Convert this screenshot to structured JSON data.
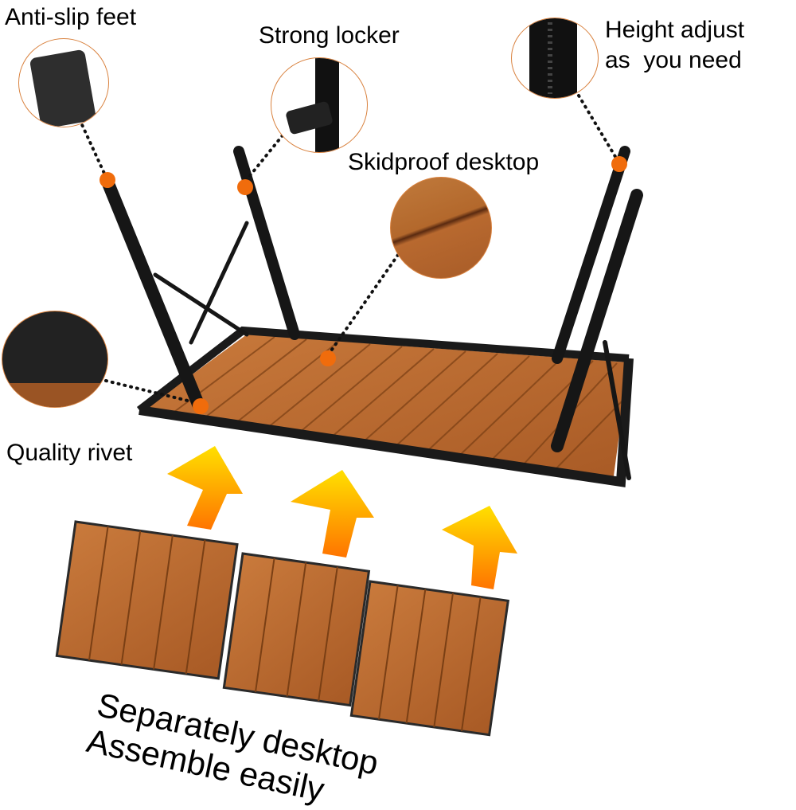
{
  "callouts": {
    "anti_slip_feet": {
      "label": "Anti-slip feet"
    },
    "strong_locker": {
      "label": "Strong locker"
    },
    "height_adjust": {
      "line1": "Height adjust",
      "line2": "as  you need"
    },
    "skidproof_desktop": {
      "label": "Skidproof desktop"
    },
    "quality_rivet": {
      "label": "Quality rivet"
    }
  },
  "caption": {
    "line1": "Separately desktop",
    "line2": "Assemble easily"
  },
  "colors": {
    "accent_dot": "#f06c0c",
    "circle_border": "#d9823f",
    "wood": "#b8692f",
    "frame": "#1a1a1a",
    "arrow_top": "#ffd400",
    "arrow_bottom": "#ff7a00"
  },
  "desktop_panels": {
    "count": 3,
    "slats_per_panel": 4
  }
}
